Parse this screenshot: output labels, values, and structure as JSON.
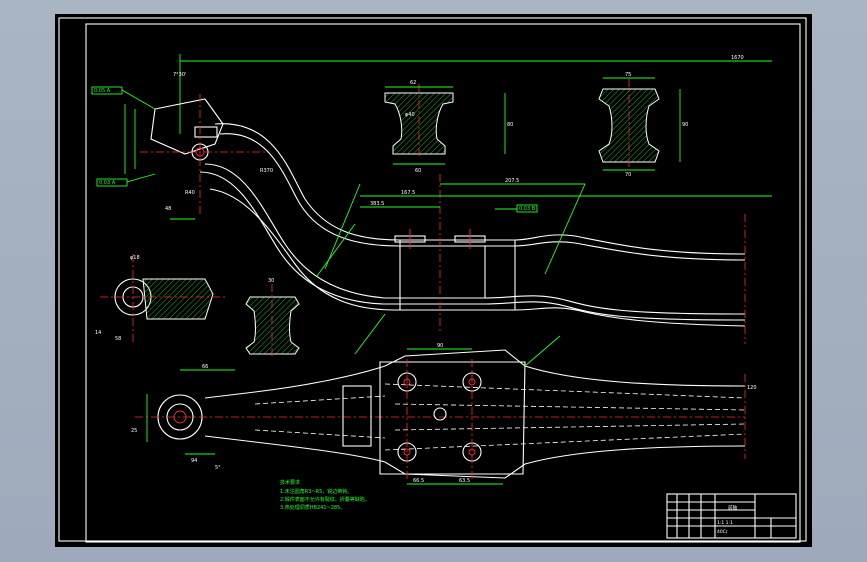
{
  "drawing": {
    "title_block_name": "前轴",
    "title_block_scale": "1:1 1:1",
    "title_block_material": "40Cr",
    "tech_req_title": "技术要求",
    "tech_req_lines": [
      "1.未注圆角R3~R5，锐边倒钝。",
      "2.锻件表面不允许有裂纹、折叠等缺陷。",
      "3.热处理调质HB241~285。"
    ]
  },
  "dimensions": {
    "d_1670": "1670",
    "d_167": "167.5",
    "d_2075": "207.5",
    "d_3835": "383.5",
    "d_62": "62",
    "d_75": "75",
    "d_90": "90",
    "d_60": "60",
    "d_80": "80",
    "d_70": "70",
    "d_30": "30",
    "d_665": "66.5",
    "d_635": "63.5",
    "d_48": "48",
    "d_40": "40",
    "d_58": "58",
    "d_14": "14",
    "d_r370": "R370",
    "d_r40": "R40",
    "d_phi40": "φ40",
    "d_phi18": "φ18",
    "d_angle": "7°30'",
    "d_angle2": "5°",
    "d_66": "66",
    "d_25": "25",
    "d_120": "120",
    "d_bottom_94": "94",
    "tol_top": "0.05 A",
    "tol_mid": "0.03 B",
    "tol_left": "0.03 A"
  }
}
